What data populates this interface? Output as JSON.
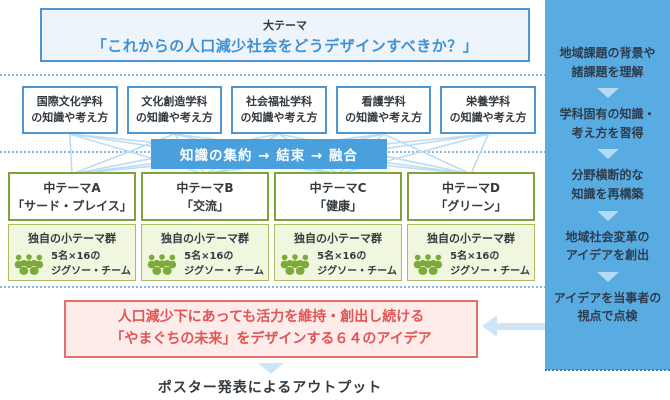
{
  "diagram": {
    "big_theme": {
      "label": "大テーマ",
      "title": "「これからの人口減少社会をどうデザインすべきか？」"
    },
    "departments": [
      {
        "line1": "国際文化学科",
        "line2": "の知識や考え方"
      },
      {
        "line1": "文化創造学科",
        "line2": "の知識や考え方"
      },
      {
        "line1": "社会福祉学科",
        "line2": "の知識や考え方"
      },
      {
        "line1": "看護学科",
        "line2": "の知識や考え方"
      },
      {
        "line1": "栄養学科",
        "line2": "の知識や考え方"
      }
    ],
    "fusion": {
      "label": "知識の集約 → 結束 → 融合"
    },
    "mid_themes": [
      {
        "line1": "中テーマA",
        "line2": "「サード・プレイス」"
      },
      {
        "line1": "中テーマB",
        "line2": "「交流」"
      },
      {
        "line1": "中テーマC",
        "line2": "「健康」"
      },
      {
        "line1": "中テーマD",
        "line2": "「グリーン」"
      }
    ],
    "sub_theme": {
      "title": "独自の小テーマ群",
      "team_line1": "5名×16の",
      "team_line2": "ジグソー・チーム",
      "people_icon": "people-group-icon"
    },
    "result": {
      "line1": "人口減少下にあっても活力を維持・創出し続ける",
      "line2": "「やまぐちの未来」をデザインする６４のアイデア"
    },
    "output": {
      "label": "ポスター発表によるアウトプット"
    }
  },
  "sidebar": {
    "items": [
      {
        "line1": "地域課題の背景や",
        "line2": "諸課題を理解"
      },
      {
        "line1": "学科固有の知識・",
        "line2": "考え方を習得"
      },
      {
        "line1": "分野横断的な",
        "line2": "知識を再構築"
      },
      {
        "line1": "地域社会変革の",
        "line2": "アイデアを創出"
      },
      {
        "line1": "アイデアを当事者の",
        "line2": "視点で点検"
      }
    ]
  },
  "colors": {
    "blue_border": "#4d96d4",
    "blue_fill": "#49a0dc",
    "light_blue_bg": "#edf4fc",
    "line_blue": "#bcdcf4",
    "green_border": "#7ca33c",
    "green_bg": "#f1f6df",
    "icon_green": "#7cab38",
    "pink_bg": "#fdecea",
    "pink_border": "#e2716d",
    "pink_text": "#e05555",
    "sidebar_bg": "#59ace2",
    "sidebar_text": "#2d3c4e",
    "arrow_light_blue": "#cfe5f6",
    "text_dark": "#333a40"
  }
}
